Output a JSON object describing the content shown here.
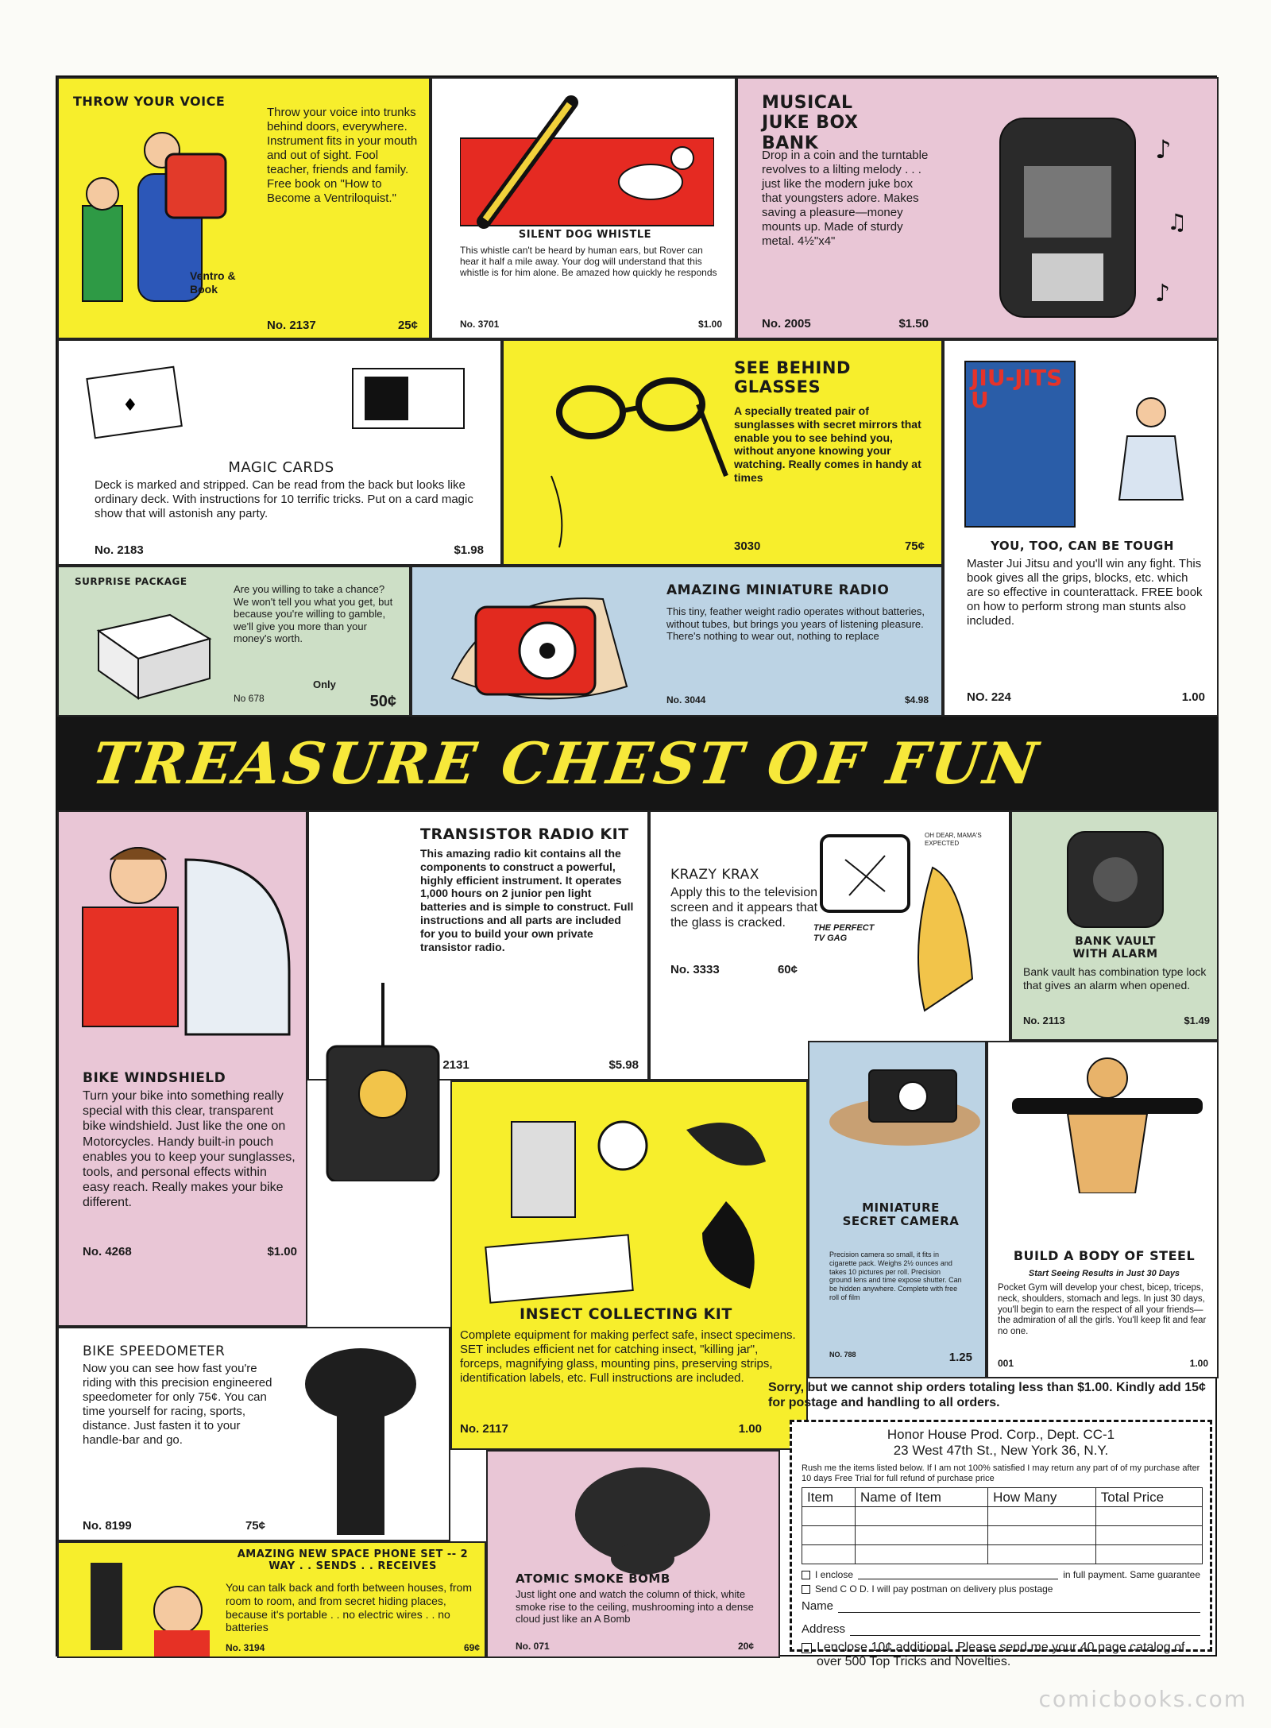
{
  "banner": {
    "text": "TREASURE CHEST OF FUN"
  },
  "ads": {
    "throw_voice": {
      "title": "THROW YOUR VOICE",
      "body": "Throw your voice into trunks behind doors, everywhere. Instrument fits in your mouth and out of sight. Fool teacher, friends and family. Free book on \"How to Become a Ventriloquist.\"",
      "item": "No. 2137",
      "price": "25¢",
      "tag": "Ventro & Book"
    },
    "dog_whistle": {
      "title": "SILENT DOG WHISTLE",
      "body": "This whistle can't be heard by human ears, but Rover can hear it half a mile away. Your dog will understand that this whistle is for him alone. Be amazed how quickly he responds",
      "item": "No. 3701",
      "price": "$1.00"
    },
    "juke_box": {
      "title": "MUSICAL JUKE BOX BANK",
      "body": "Drop in a coin and the turntable revolves to a lilting melody . . . just like the modern juke box that youngsters adore. Makes saving a pleasure—money mounts up. Made of sturdy metal. 4½\"x4\"",
      "item": "No. 2005",
      "price": "$1.50"
    },
    "magic_cards": {
      "title": "MAGIC CARDS",
      "body": "Deck is marked and stripped. Can be read from the back but looks like ordinary deck. With instructions for 10 terrific tricks. Put on a card magic show that will astonish any party.",
      "item": "No. 2183",
      "price": "$1.98"
    },
    "see_behind": {
      "title": "SEE BEHIND GLASSES",
      "body": "A specially treated pair of sunglasses with secret mirrors that enable you to see behind you, without anyone knowing your watching. Really comes in handy at times",
      "item": "3030",
      "price": "75¢"
    },
    "jiu_jitsu": {
      "book": "JIU-JITSU",
      "title": "YOU, TOO, CAN BE TOUGH",
      "body": "Master Jui Jitsu and you'll win any fight. This book gives all the grips, blocks, etc. which are so effective in counterattack. FREE book on how to perform strong man stunts also included.",
      "item": "NO. 224",
      "price": "1.00"
    },
    "surprise": {
      "title": "SURPRISE PACKAGE",
      "body": "Are you willing to take a chance? We won't tell you what you get, but because you're willing to gamble, we'll give you more than your money's worth.",
      "only": "Only",
      "item": "No 678",
      "price": "50¢"
    },
    "mini_radio": {
      "title": "AMAZING MINIATURE RADIO",
      "body": "This tiny, feather weight radio operates without batteries, without tubes, but brings you years of listening pleasure. There's nothing to wear out, nothing to replace",
      "item": "No. 3044",
      "price": "$4.98"
    },
    "transistor": {
      "title": "TRANSISTOR RADIO KIT",
      "body": "This amazing radio kit contains all the components to construct a powerful, highly efficient instrument. It operates 1,000 hours on 2 junior pen light batteries and is simple to construct. Full instructions and all parts are included for you to build your own private transistor radio.",
      "item": "No. 2131",
      "price": "$5.98"
    },
    "krazy_krax": {
      "title": "KRAZY KRAX",
      "body": "Apply this to the television screen and it appears that the glass is cracked.",
      "item": "No. 3333",
      "price": "60¢",
      "tv_caption": "THE PERFECT TV GAG",
      "bubble": "OH DEAR, MAMA'S EXPECTED"
    },
    "bank_vault": {
      "title": "BANK VAULT WITH ALARM",
      "body": "Bank vault has combination type lock that gives an alarm when opened.",
      "item": "No. 2113",
      "price": "$1.49"
    },
    "windshield": {
      "title": "BIKE WINDSHIELD",
      "body": "Turn your bike into something really special with this clear, transparent bike windshield. Just like the one on Motorcycles. Handy built-in pouch enables you to keep your sunglasses, tools, and personal effects within easy reach. Really makes your bike different.",
      "item": "No. 4268",
      "price": "$1.00"
    },
    "insect_kit": {
      "title": "INSECT COLLECTING KIT",
      "body": "Complete equipment for making perfect safe, insect specimens. SET includes efficient net for catching insect, \"killing jar\", forceps, magnifying glass, mounting pins, preserving strips, identification labels, etc. Full instructions are included.",
      "item": "No. 2117",
      "price": "1.00"
    },
    "camera": {
      "title": "MINIATURE SECRET CAMERA",
      "body": "Precision camera so small, it fits in cigarette pack. Weighs 2½ ounces and takes 10 pictures per roll. Precision ground lens and time expose shutter. Can be hidden anywhere. Complete with free roll of film",
      "item": "NO. 788",
      "price": "1.25"
    },
    "body_steel": {
      "title": "BUILD A BODY OF STEEL",
      "subtitle": "Start Seeing Results in Just 30 Days",
      "body": "Pocket Gym will develop your chest, bicep, triceps, neck, shoulders, stomach and legs. In just 30 days, you'll begin to earn the respect of all your friends—the admiration of all the girls. You'll keep fit and fear no one.",
      "item": "001",
      "price": "1.00"
    },
    "speedometer": {
      "title": "BIKE SPEEDOMETER",
      "body": "Now you can see how fast you're riding with this precision engineered speedometer for only 75¢. You can time yourself for racing, sports, distance. Just fasten it to your handle-bar and go.",
      "item": "No. 8199",
      "price": "75¢"
    },
    "space_phone": {
      "title": "AMAZING NEW SPACE PHONE SET -- 2 WAY . . SENDS . . RECEIVES",
      "body": "You can talk back and forth between houses, from room to room, and from secret hiding places, because it's portable . . no electric wires . . no batteries",
      "item": "No. 3194",
      "price": "69¢"
    },
    "smoke_bomb": {
      "title": "ATOMIC SMOKE BOMB",
      "body": "Just light one and watch the column of thick, white smoke rise to the ceiling, mushrooming into a dense cloud just like an A Bomb",
      "item": "No. 071",
      "price": "20¢"
    }
  },
  "notice": "Sorry, but we cannot ship orders totaling less than $1.00. Kindly add 15¢ for postage and handling to all orders.",
  "order_form": {
    "company": "Honor House Prod. Corp., Dept. CC-1",
    "address": "23 West 47th St., New York 36, N.Y.",
    "intro": "Rush me the items listed below. If I am not 100% satisfied I may return any part of of my purchase after 10 days Free Trial for full refund of purchase price",
    "columns": [
      "Item",
      "Name of Item",
      "How Many",
      "Total Price"
    ],
    "enclose": "I enclose",
    "full_payment": "in full payment. Same guarantee",
    "cod": "Send C O D. I will pay postman on delivery plus postage",
    "name_label": "Name",
    "address_label": "Address",
    "catalog": "I enclose 10¢ additional. Please send me your 40 page catalog of over 500 Top Tricks and Novelties."
  },
  "watermark": "comicbooks.com"
}
